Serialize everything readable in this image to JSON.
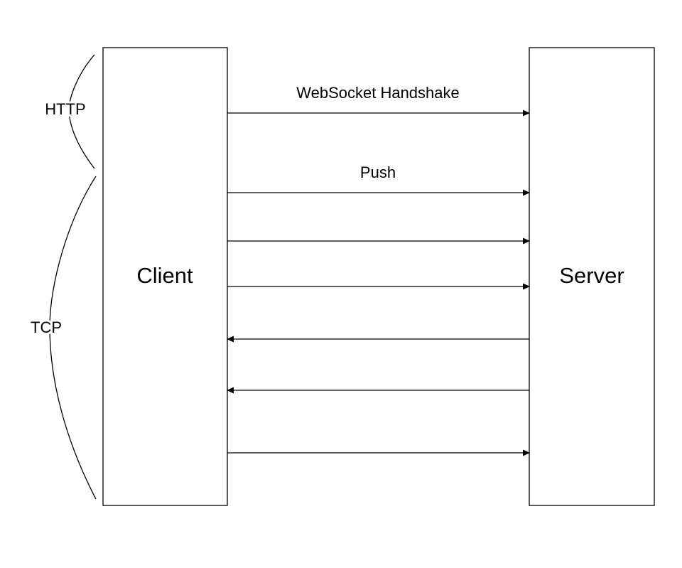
{
  "participants": {
    "client": {
      "label": "Client"
    },
    "server": {
      "label": "Server"
    }
  },
  "layers": {
    "http": {
      "label": "HTTP"
    },
    "tcp": {
      "label": "TCP"
    }
  },
  "messages": [
    {
      "direction": "client-to-server",
      "label": "WebSocket Handshake"
    },
    {
      "direction": "client-to-server",
      "label": "Push"
    },
    {
      "direction": "client-to-server",
      "label": ""
    },
    {
      "direction": "client-to-server",
      "label": ""
    },
    {
      "direction": "server-to-client",
      "label": ""
    },
    {
      "direction": "server-to-client",
      "label": ""
    },
    {
      "direction": "client-to-server",
      "label": ""
    }
  ],
  "colors": {
    "stroke": "#000000",
    "background": "#ffffff"
  }
}
